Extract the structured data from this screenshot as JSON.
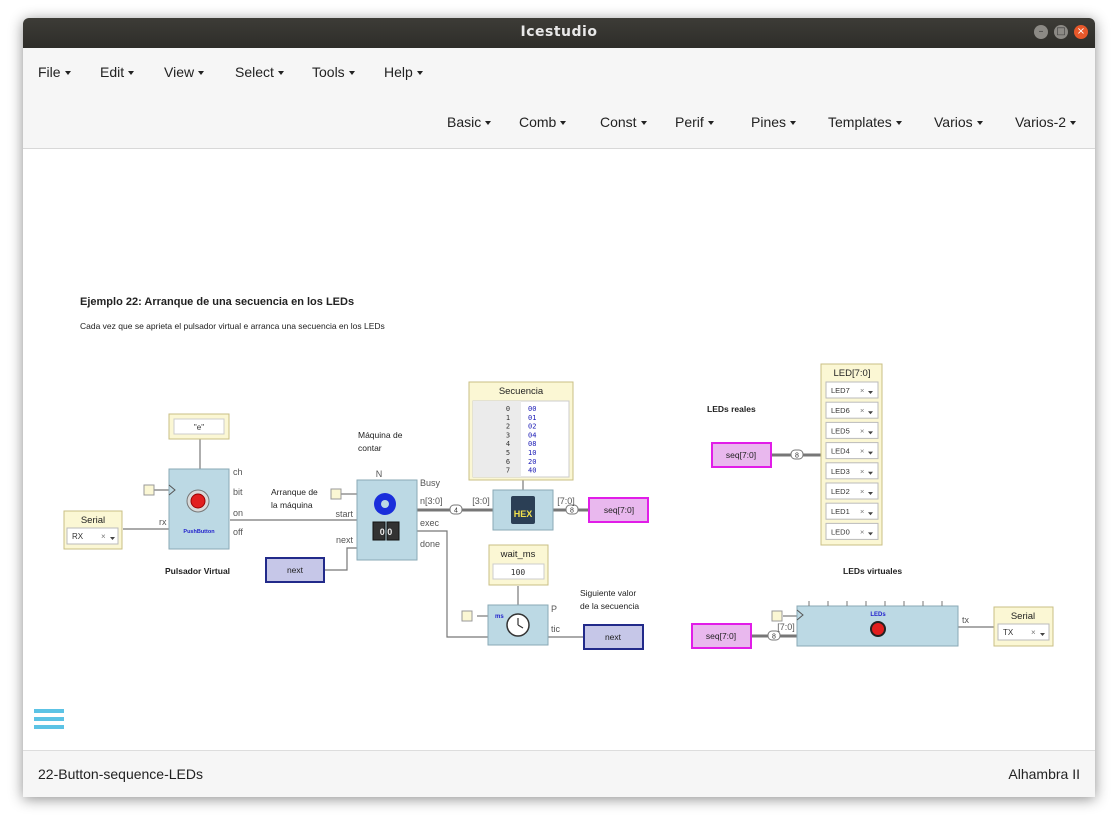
{
  "window": {
    "title": "Icestudio"
  },
  "menu": {
    "file": "File",
    "edit": "Edit",
    "view": "View",
    "select": "Select",
    "tools": "Tools",
    "help": "Help"
  },
  "toolbar": {
    "basic": "Basic",
    "comb": "Comb",
    "const": "Const",
    "perif": "Perif",
    "pines": "Pines",
    "templates": "Templates",
    "varios": "Varios",
    "varios2": "Varios-2"
  },
  "canvas": {
    "title": "Ejemplo 22: Arranque de una secuencia en los LEDs",
    "subtitle": "Cada vez que se aprieta el pulsador virtual e arranca una secuencia en los LEDs",
    "string_const": "\"e\"",
    "serial_in": {
      "header": "Serial",
      "pin": "RX",
      "port": "rx"
    },
    "pushbutton": {
      "label": "PushButton",
      "caption": "Pulsador Virtual",
      "ports": [
        "ch",
        "bit",
        "on",
        "off"
      ]
    },
    "arranque": "Arranque de la máquina",
    "maquina": {
      "caption": "Máquina de contar",
      "top_port": "N",
      "in_ports": [
        "start",
        "next"
      ],
      "out_ports": [
        "Busy",
        "n[3:0]",
        "exec",
        "done"
      ],
      "digits": "0 0"
    },
    "next_label": "next",
    "bus_4": "4",
    "bus_8": "8",
    "bus_3_0": "[3:0]",
    "bus_7_0": "[7:0]",
    "seq_label": "seq[7:0]",
    "hex_label": "HEX",
    "secuencia": {
      "header": "Secuencia",
      "rows": [
        [
          "0",
          "00"
        ],
        [
          "1",
          "01"
        ],
        [
          "2",
          "02"
        ],
        [
          "3",
          "04"
        ],
        [
          "4",
          "08"
        ],
        [
          "5",
          "10"
        ],
        [
          "6",
          "20"
        ],
        [
          "7",
          "40"
        ]
      ]
    },
    "wait": {
      "header": "wait_ms",
      "value": "100",
      "ms": "ms",
      "p": "P",
      "tic": "tic"
    },
    "siguiente": "Siguiente valor de la secuencia",
    "leds_reales": "LEDs reales",
    "leds_virtuales": "LEDs virtuales",
    "led_bus": {
      "header": "LED[7:0]",
      "pins": [
        "LED7",
        "LED6",
        "LED5",
        "LED4",
        "LED3",
        "LED2",
        "LED1",
        "LED0"
      ]
    },
    "leds_block": {
      "label": "LEDs",
      "tx": "tx"
    },
    "serial_out": {
      "header": "Serial",
      "pin": "TX"
    },
    "pin_x": "×"
  },
  "status": {
    "file": "22-Button-sequence-LEDs",
    "board": "Alhambra II"
  },
  "colors": {
    "block": "#bcd9e4",
    "const": "#fbf7d4",
    "label_pink": "#e9b8ee",
    "label_pink_border": "#e11de8",
    "next_fill": "#c6c7e8",
    "next_border": "#222a8a",
    "accent_blue": "#5cc3e5"
  }
}
